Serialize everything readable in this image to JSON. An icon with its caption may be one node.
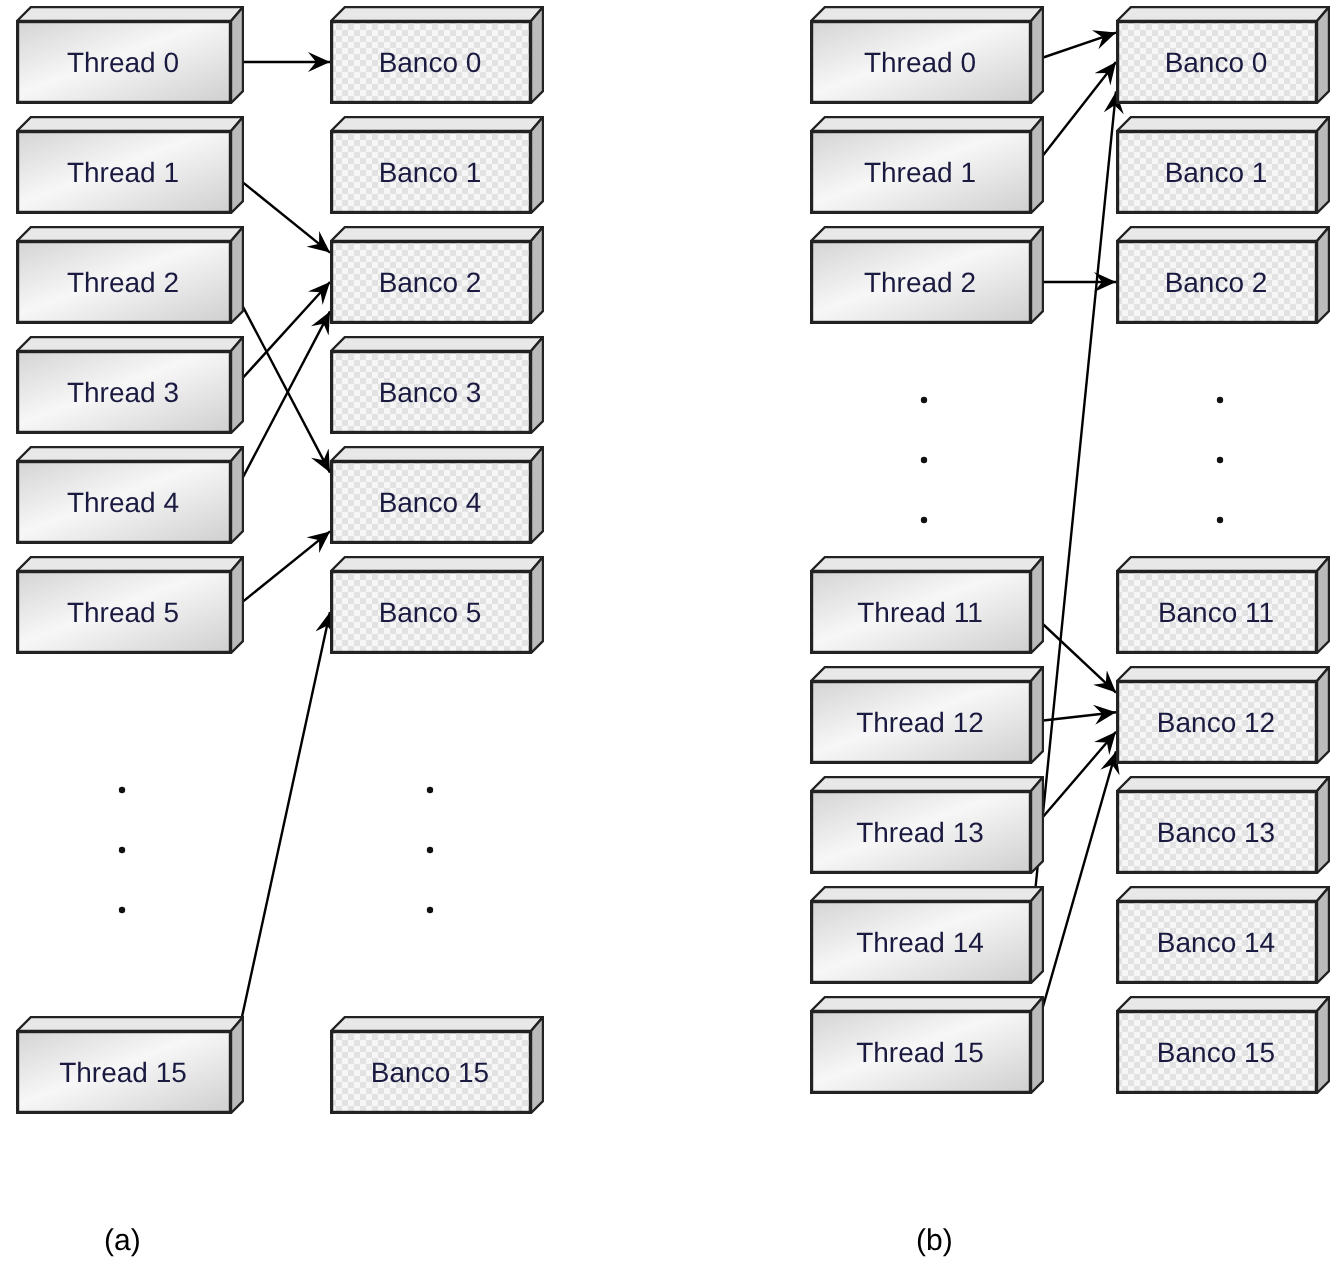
{
  "diagram": {
    "nodes": [
      {
        "text": [
          "Thread 0"
        ]
      },
      {
        "text": [
          "Thread 1"
        ]
      },
      {
        "text": [
          "Thread 2"
        ]
      },
      {
        "text": [
          "Thread 3"
        ]
      },
      {
        "text": [
          "Thread 4"
        ]
      },
      {
        "text": [
          "Thread 5"
        ]
      },
      {
        "text": [
          "Thread 15"
        ]
      },
      {
        "text": [
          "Banco 0"
        ]
      },
      {
        "text": [
          "Banco 1"
        ]
      },
      {
        "text": [
          "Banco 2"
        ]
      },
      {
        "text": [
          "Banco 3"
        ]
      },
      {
        "text": [
          "Banco 4"
        ]
      },
      {
        "text": [
          "Banco 5"
        ]
      },
      {
        "text": [
          "Banco 15"
        ]
      },
      {
        "text": [
          "Thread 0"
        ]
      },
      {
        "text": [
          "Thread 1"
        ]
      },
      {
        "text": [
          "Thread 2"
        ]
      },
      {
        "text": [
          "Thread 11"
        ]
      },
      {
        "text": [
          "Thread 12"
        ]
      },
      {
        "text": [
          "Thread 13"
        ]
      },
      {
        "text": [
          "Thread 14"
        ]
      },
      {
        "text": [
          "Thread 15"
        ]
      },
      {
        "text": [
          "Banco 0"
        ]
      },
      {
        "text": [
          "Banco 1"
        ]
      },
      {
        "text": [
          "Banco 2"
        ]
      },
      {
        "text": [
          "Banco 11"
        ]
      },
      {
        "text": [
          "Banco 12"
        ]
      },
      {
        "text": [
          "Banco 13"
        ]
      },
      {
        "text": [
          "Banco 14"
        ]
      },
      {
        "text": [
          "Banco 15"
        ]
      }
    ],
    "edges": [
      {
        "from": 0,
        "to": 7,
        "arrow": "to"
      },
      {
        "from": 1,
        "to": 9,
        "arrow": "to"
      },
      {
        "from": 2,
        "to": 11,
        "arrow": "to"
      },
      {
        "from": 3,
        "to": 9,
        "arrow": "to"
      },
      {
        "from": 4,
        "to": 9,
        "arrow": "to"
      },
      {
        "from": 5,
        "to": 11,
        "arrow": "to"
      },
      {
        "from": 6,
        "to": 12,
        "arrow": "to"
      },
      {
        "from": 14,
        "to": 22,
        "arrow": "to"
      },
      {
        "from": 15,
        "to": 22,
        "arrow": "to"
      },
      {
        "from": 16,
        "to": 24,
        "arrow": "to"
      },
      {
        "from": 17,
        "to": 26,
        "arrow": "to"
      },
      {
        "from": 18,
        "to": 26,
        "arrow": "to"
      },
      {
        "from": 19,
        "to": 26,
        "arrow": "to"
      },
      {
        "from": 20,
        "to": 22,
        "arrow": "to"
      },
      {
        "from": 21,
        "to": 26,
        "arrow": "to"
      }
    ],
    "labels": [
      "(a)",
      "(b)"
    ]
  }
}
